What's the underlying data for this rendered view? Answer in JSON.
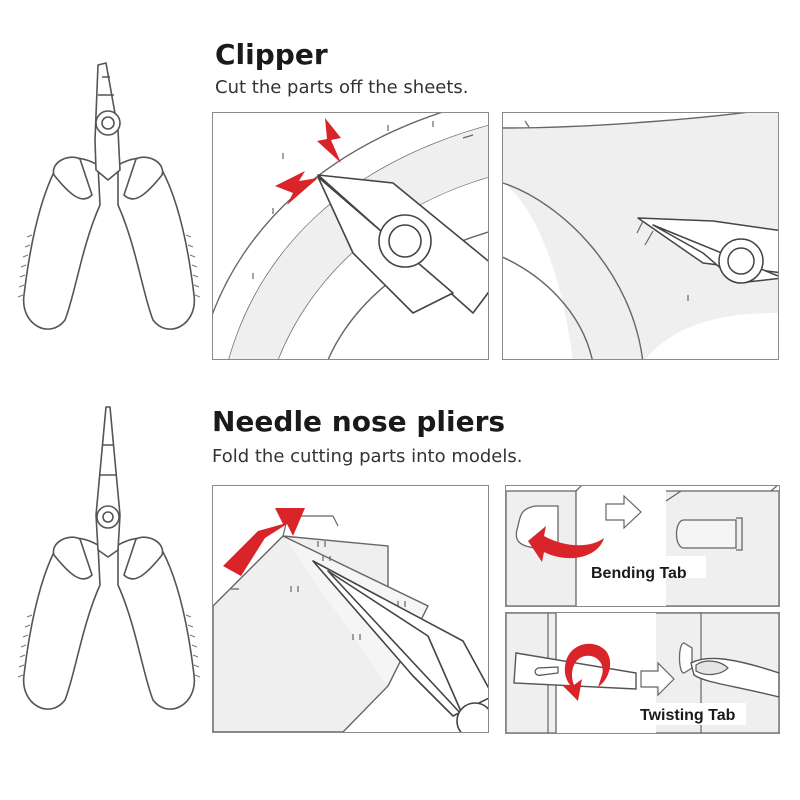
{
  "sections": [
    {
      "title": "Clipper",
      "subtitle": "Cut the parts off the sheets."
    },
    {
      "title": "Needle nose pliers",
      "subtitle": "Fold the cutting parts into models."
    }
  ],
  "captions": {
    "bending": "Bending Tab",
    "twisting": "Twisting Tab"
  },
  "colors": {
    "accent": "#d9252a",
    "line": "#555555",
    "sheet": "#efefef",
    "frame": "#8a8a8a"
  },
  "icons": [
    "clipper-icon",
    "needle-nose-pliers-icon",
    "spark-icon",
    "arrow-icon"
  ]
}
